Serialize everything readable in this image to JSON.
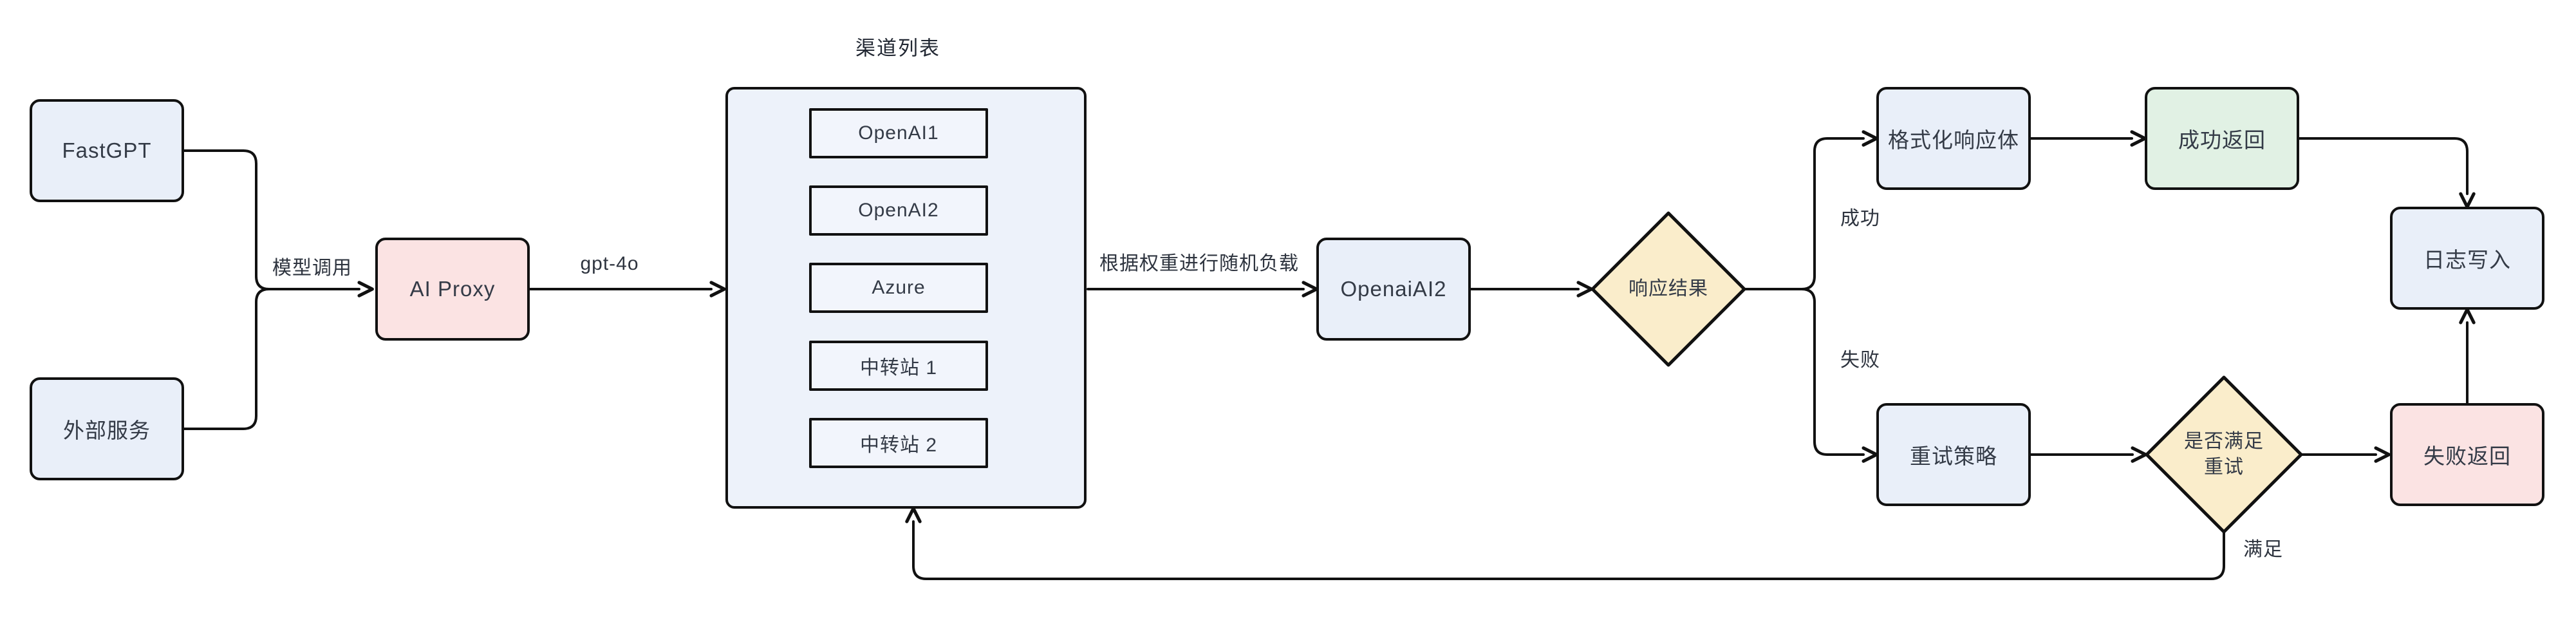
{
  "diagram": {
    "nodes": {
      "fastgpt": {
        "label": "FastGPT"
      },
      "external": {
        "label": "外部服务"
      },
      "aiproxy": {
        "label": "AI Proxy"
      },
      "gateway": {
        "label": "OpenaiAI2"
      },
      "format": {
        "label": "格式化响应体"
      },
      "success_return": {
        "label": "成功返回"
      },
      "log_write": {
        "label": "日志写入"
      },
      "retry_policy": {
        "label": "重试策略"
      },
      "fail_return": {
        "label": "失败返回"
      },
      "decision_response": {
        "label": "响应结果"
      },
      "decision_retry": {
        "line1": "是否满足",
        "line2": "重试"
      }
    },
    "channels": {
      "title": "渠道列表",
      "items": [
        "OpenAI1",
        "OpenAI2",
        "Azure",
        "中转站 1",
        "中转站 2"
      ]
    },
    "edge_labels": {
      "model_call": "模型调用",
      "model_name": "gpt-4o",
      "load_balance": "根据权重进行随机负载",
      "success": "成功",
      "fail": "失败",
      "satisfy": "满足"
    },
    "colors": {
      "node_blue": "#E9EFF9",
      "container_blue": "#EDF2FA",
      "inner_blue": "#F2F5FC",
      "pink": "#FBE3E3",
      "green": "#E1F1E4",
      "yellow": "#FAEDCB",
      "stroke": "#111111",
      "text": "#343B47"
    }
  }
}
